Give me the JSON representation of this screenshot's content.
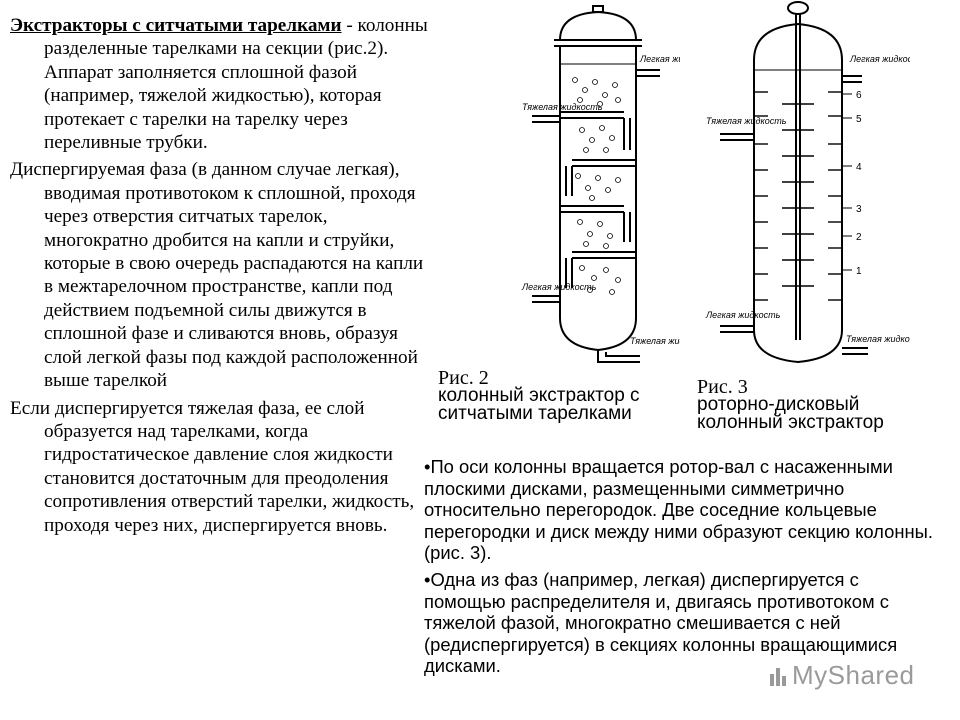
{
  "left": {
    "p1_term": "Экстракторы с ситчатыми тарелками",
    "p1_rest": " - колонны разделенные тарелками на секции (рис.2). Аппарат заполняется сплошной фазой (например, тяжелой жидкостью), которая протекает с тарелки на тарелку через переливные трубки.",
    "p2": "Диспергируемая фаза (в данном случае легкая), вводимая противотоком к сплошной,  проходя через отверстия ситчатых тарелок,  многократно дробится на капли и струйки, которые в свою очередь распадаются на капли в межтарелочном пространстве, капли под  действием подъемной силы   движутся   в сплошной фазе и сливаются вновь, образуя слой легкой фазы под каждой расположенной выше тарелкой",
    "p3": "Если диспергируется тяжелая фаза, ее слой образуется над тарелками, когда гидростатическое давление слоя жидкости становится достаточным для преодоления сопротивления отверстий тарелки, жидкость, проходя через них, диспергируется вновь."
  },
  "fig2": {
    "caption_num": "Рис. 2",
    "caption_text": "колонный экстрактор с ситчатыми тарелками",
    "labels": {
      "light_out": "Легкая жидкость",
      "heavy_in": "Тяжелая жидкость",
      "light_in": "Легкая жидкость",
      "heavy_out": "Тяжелая жидкость"
    }
  },
  "fig3": {
    "caption_num": "Рис. 3",
    "caption_text": "роторно-дисковый колонный экстрактор",
    "labels": {
      "light_out": "Легкая жидкость",
      "heavy_in": "Тяжелая жидкость",
      "light_in": "Легкая жидкость",
      "heavy_out": "Тяжелая жидкость"
    },
    "numbers": [
      "6",
      "5",
      "4",
      "3",
      "2",
      "1"
    ]
  },
  "right": {
    "b1": "•По оси колонны вращается ротор-вал с насаженными плоскими дисками, размещенными симметрично относительно перегородок. Две соседние кольцевые перегородки и диск между ними образуют секцию колонны. (рис. 3).",
    "b2": "•Одна из фаз (например, легкая) диспергируется с помощью распределителя и, двигаясь противотоком с тяжелой фазой, многократно смешивается с ней (редиспергируется) в секциях колонны вращающимися дисками."
  },
  "watermark": "MyShared"
}
